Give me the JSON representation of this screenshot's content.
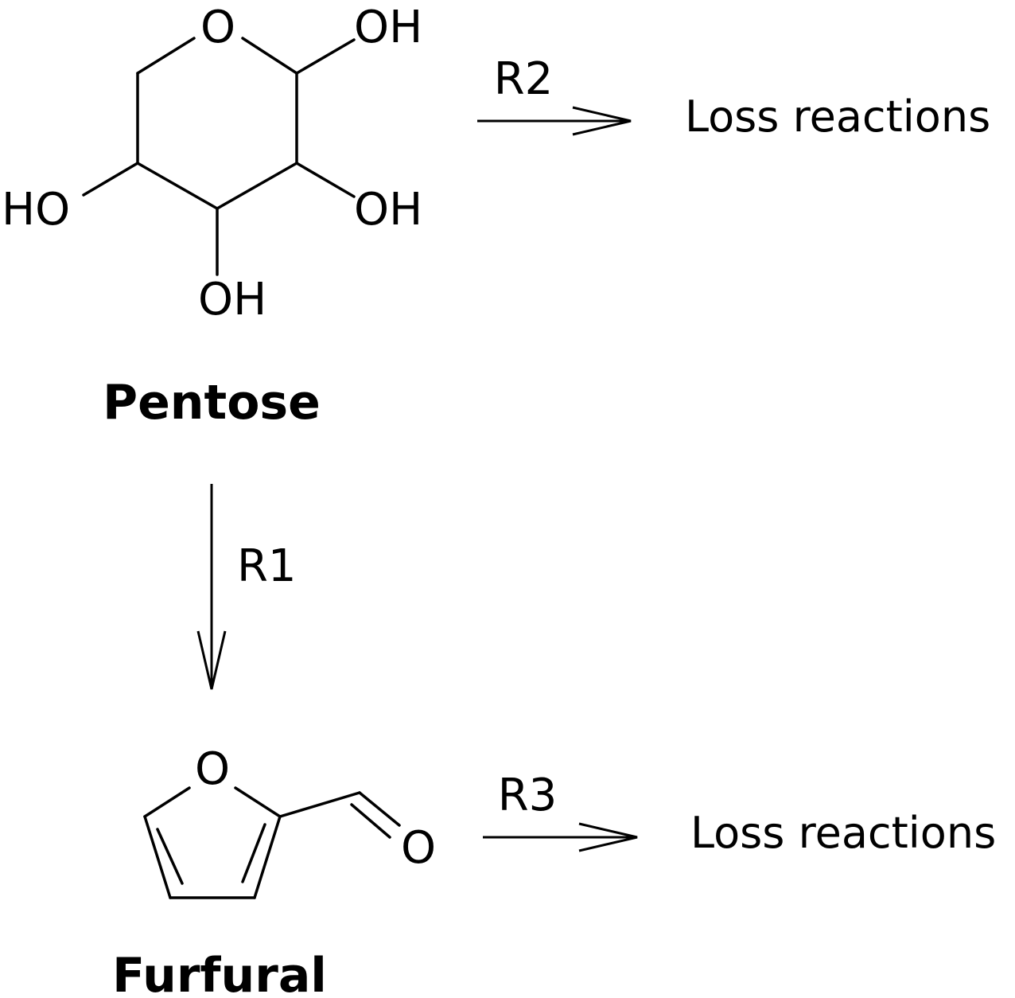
{
  "pentose": {
    "name": "Pentose",
    "ring_oxygen": "O",
    "substituents": {
      "c1": "OH",
      "c2": "OH",
      "c3": "OH",
      "c4": "HO"
    }
  },
  "furfural": {
    "name": "Furfural",
    "ring_oxygen": "O",
    "carbonyl_oxygen": "O"
  },
  "reactions": {
    "r1": {
      "label": "R1"
    },
    "r2": {
      "label": "R2",
      "product": "Loss reactions"
    },
    "r3": {
      "label": "R3",
      "product": "Loss reactions"
    }
  }
}
